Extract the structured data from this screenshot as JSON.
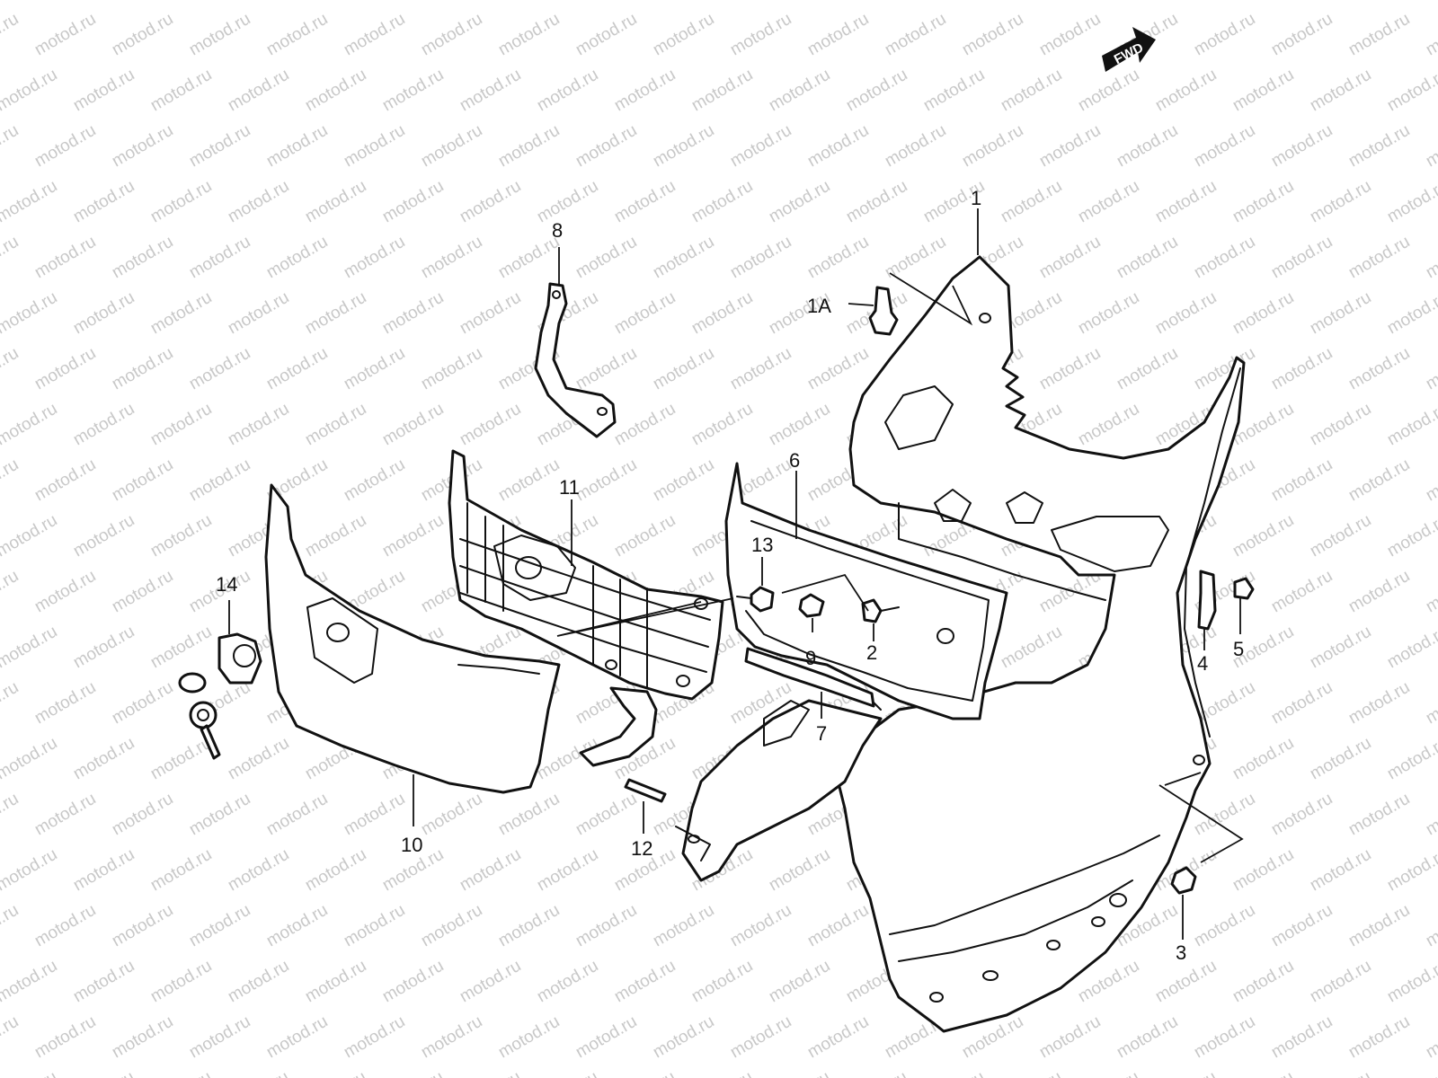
{
  "watermark": {
    "text": "motod.ru",
    "color": "#c8c8c8"
  },
  "direction_badge": {
    "text": "FWD"
  },
  "callouts": [
    {
      "id": "c1",
      "label": "1"
    },
    {
      "id": "c1a",
      "label": "1A"
    },
    {
      "id": "c2",
      "label": "2"
    },
    {
      "id": "c3",
      "label": "3"
    },
    {
      "id": "c4",
      "label": "4"
    },
    {
      "id": "c5",
      "label": "5"
    },
    {
      "id": "c6",
      "label": "6"
    },
    {
      "id": "c7",
      "label": "7"
    },
    {
      "id": "c8",
      "label": "8"
    },
    {
      "id": "c9",
      "label": "9"
    },
    {
      "id": "c10",
      "label": "10"
    },
    {
      "id": "c11",
      "label": "11"
    },
    {
      "id": "c12",
      "label": "12"
    },
    {
      "id": "c13",
      "label": "13"
    },
    {
      "id": "c14",
      "label": "14"
    }
  ],
  "colors": {
    "line": "#111111",
    "background": "#ffffff"
  }
}
